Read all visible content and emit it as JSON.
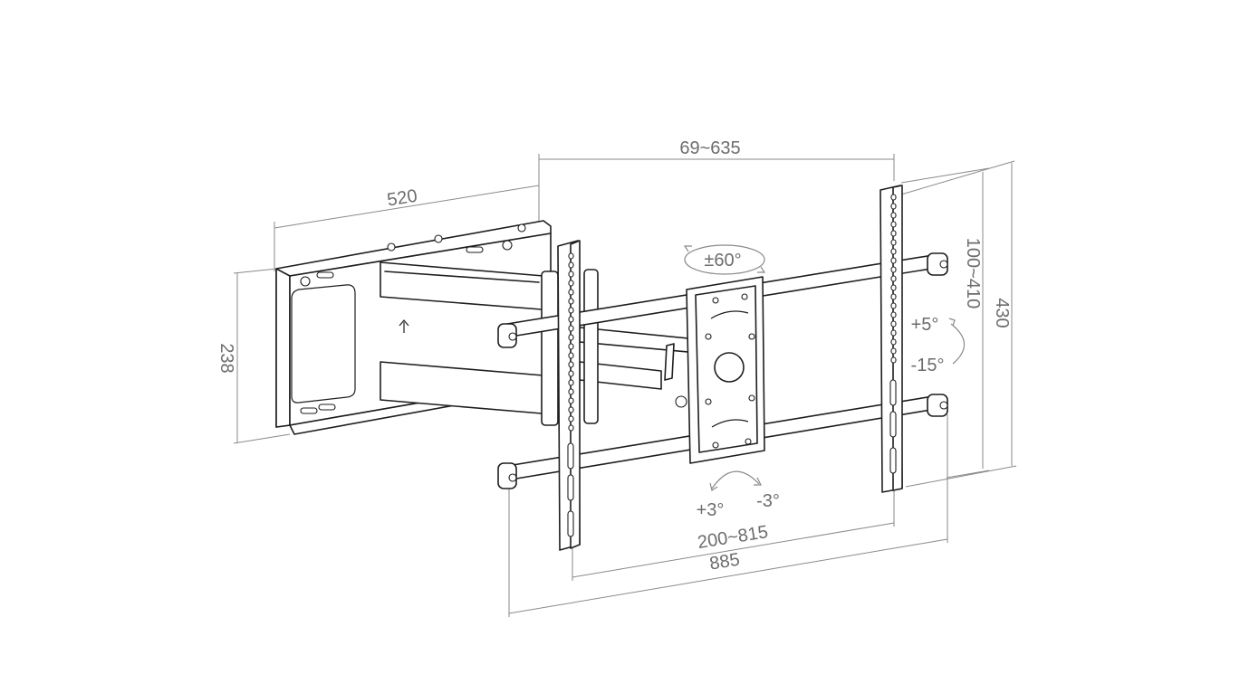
{
  "dimensions": {
    "arm_extension": "69~635",
    "wall_plate_width": "520",
    "wall_plate_height": "238",
    "bracket_vertical_spacing": "100~410",
    "overall_height": "430",
    "bracket_horizontal_spacing": "200~815",
    "overall_width": "885"
  },
  "angles": {
    "swivel": "±60°",
    "tilt_up": "+5°",
    "tilt_down": "-15°",
    "level_plus": "+3°",
    "level_minus": "-3°"
  },
  "colors": {
    "line": "#1e1e1e",
    "dimension": "#8a8a8a",
    "label": "#6d6d6d"
  }
}
